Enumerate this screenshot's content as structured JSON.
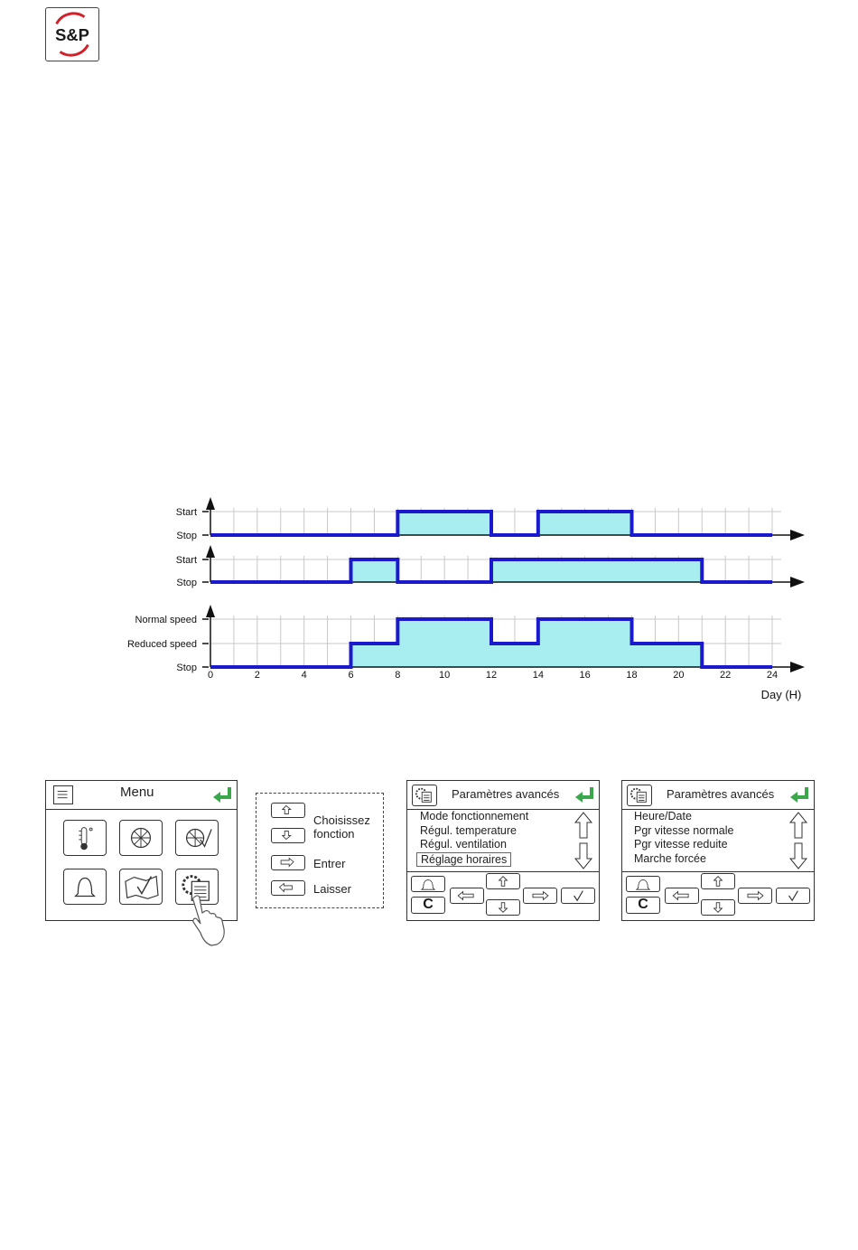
{
  "logo": {
    "text": "S&P",
    "colors": {
      "ring": "#d0202a",
      "text": "#1a1a1a"
    }
  },
  "chart_data": {
    "type": "step",
    "x_label": "Day (H)",
    "x_ticks": [
      "0",
      "2",
      "4",
      "6",
      "8",
      "10",
      "12",
      "14",
      "16",
      "18",
      "20",
      "22",
      "24"
    ],
    "xlim": [
      0,
      24
    ],
    "colors": {
      "line": "#1a1acc",
      "fill": "#a8eef0",
      "grid": "#c8c8c8"
    },
    "panels": [
      {
        "levels": [
          "Stop",
          "Start"
        ],
        "steps": [
          [
            0,
            0
          ],
          [
            8,
            1
          ],
          [
            12,
            0
          ],
          [
            14,
            1
          ],
          [
            18,
            0
          ],
          [
            24,
            0
          ]
        ]
      },
      {
        "levels": [
          "Stop",
          "Start"
        ],
        "steps": [
          [
            0,
            0
          ],
          [
            6,
            1
          ],
          [
            8,
            0
          ],
          [
            12,
            1
          ],
          [
            21,
            0
          ],
          [
            24,
            0
          ]
        ]
      },
      {
        "levels": [
          "Stop",
          "Reduced speed",
          "Normal speed"
        ],
        "steps": [
          [
            0,
            0
          ],
          [
            6,
            1
          ],
          [
            8,
            2
          ],
          [
            12,
            1
          ],
          [
            14,
            2
          ],
          [
            18,
            1
          ],
          [
            21,
            0
          ],
          [
            24,
            0
          ]
        ]
      }
    ]
  },
  "screens": {
    "menu": {
      "title": "Menu"
    },
    "legend": {
      "choose": "Choisissez",
      "choose2": "fonction",
      "enter": "Entrer",
      "leave": "Laisser"
    },
    "advanced1": {
      "title": "Paramètres avancés",
      "items": [
        "Mode fonctionnement",
        "Régul. temperature",
        "Régul. ventilation"
      ],
      "selected": "Réglage horaires",
      "c_key": "C"
    },
    "advanced2": {
      "title": "Paramètres avancés",
      "items": [
        "Heure/Date",
        "Pgr vitesse normale",
        "Pgr vitesse reduite",
        "Marche forcée"
      ],
      "c_key": "C"
    }
  }
}
